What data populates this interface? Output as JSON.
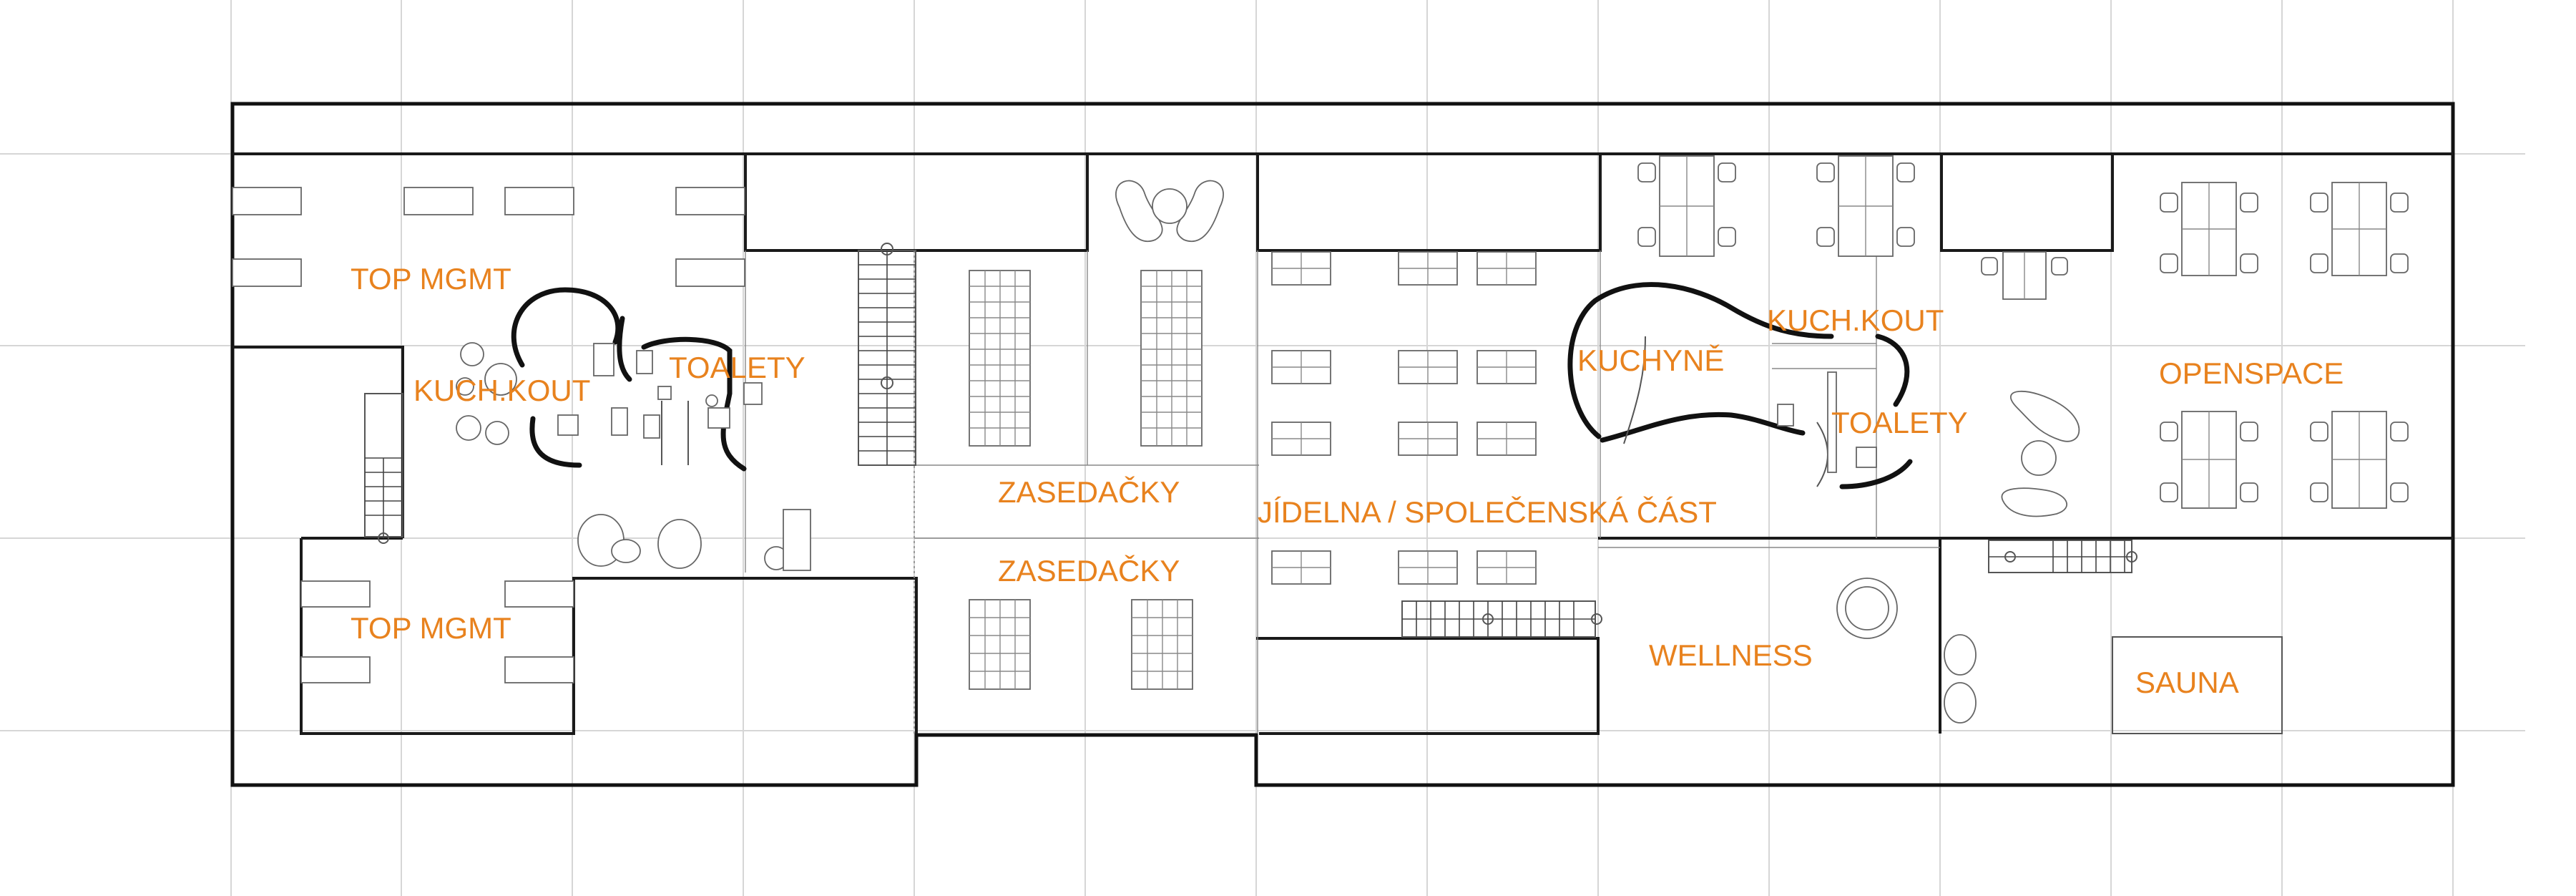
{
  "colors": {
    "label": "#e8821e",
    "wall": "#1a1a1a",
    "grid": "#d6d6d6",
    "furniture": "#666666"
  },
  "rooms": [
    {
      "id": "top-mgmt-north",
      "label": "TOP MGMT"
    },
    {
      "id": "kitchenette-west",
      "label": "KUCH.KOUT"
    },
    {
      "id": "toilets-west",
      "label": "TOALETY"
    },
    {
      "id": "top-mgmt-south",
      "label": "TOP MGMT"
    },
    {
      "id": "meeting-rooms-north",
      "label": "ZASEDAČKY"
    },
    {
      "id": "meeting-rooms-south",
      "label": "ZASEDAČKY"
    },
    {
      "id": "dining-social",
      "label": "JÍDELNA / SPOLEČENSKÁ ČÁST"
    },
    {
      "id": "kitchen",
      "label": "KUCHYNĚ"
    },
    {
      "id": "kitchenette-east",
      "label": "KUCH.KOUT"
    },
    {
      "id": "toilets-east",
      "label": "TOALETY"
    },
    {
      "id": "wellness",
      "label": "WELLNESS"
    },
    {
      "id": "openspace",
      "label": "OPENSPACE"
    },
    {
      "id": "sauna",
      "label": "SAUNA"
    }
  ]
}
